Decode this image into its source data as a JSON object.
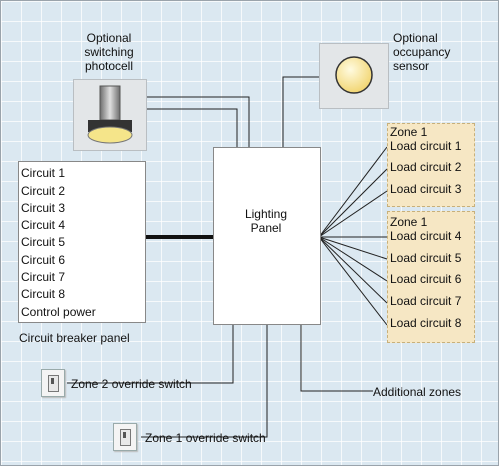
{
  "photocell": {
    "label_line1": "Optional",
    "label_line2": "switching",
    "label_line3": "photocell"
  },
  "sensor": {
    "label_line1": "Optional",
    "label_line2": "occupancy",
    "label_line3": "sensor"
  },
  "breaker_panel": {
    "label": "Circuit breaker panel",
    "circuits": [
      "Circuit 1",
      "Circuit 2",
      "Circuit 3",
      "Circuit 4",
      "Circuit 5",
      "Circuit 6",
      "Circuit 7",
      "Circuit 8"
    ],
    "control_power": "Control power"
  },
  "lighting_panel": {
    "label_line1": "Lighting",
    "label_line2": "Panel"
  },
  "zone_group_a": {
    "title": "Zone 1",
    "loads": [
      "Load circuit 1",
      "Load circuit 2",
      "Load circuit 3"
    ]
  },
  "zone_group_b": {
    "title": "Zone 1",
    "loads": [
      "Load circuit 4",
      "Load circuit 5",
      "Load circuit 6",
      "Load circuit 7",
      "Load circuit 8"
    ]
  },
  "switches": {
    "zone2_label": "Zone 2 override switch",
    "zone1_label": "Zone 1 override switch"
  },
  "additional_zones": "Additional zones",
  "colors": {
    "background": "#dbe8f1",
    "zone_fill": "#f6e7c4",
    "wire": "#222222"
  }
}
